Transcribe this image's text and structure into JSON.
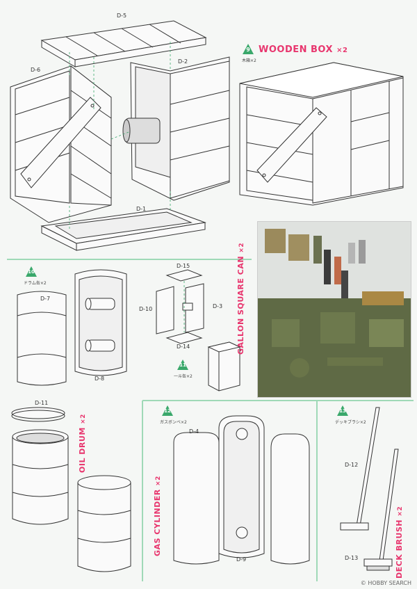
{
  "sections": {
    "wooden_box": {
      "number": "9",
      "title": "WOODEN BOX",
      "count": "×2",
      "jp": "木箱×2"
    },
    "drum": {
      "number": "10",
      "jp": "ドラム缶×2",
      "title": "OIL DRUM",
      "count": "×2"
    },
    "gallon": {
      "number": "11",
      "jp": "一斗缶×2",
      "title": "GALLON SQUARE CAN",
      "count": "×2"
    },
    "gas": {
      "number": "12",
      "jp": "ガスボンベ×2",
      "title": "GAS CYLINDER",
      "count": "×2"
    },
    "brush": {
      "number": "13",
      "jp": "デッキブラシ×2",
      "title": "DECK BRUSH",
      "count": "×2"
    }
  },
  "parts": {
    "d5": "D-5",
    "d6": "D-6",
    "d2": "D-2",
    "d1": "D-1",
    "d7": "D-7",
    "d8": "D-8",
    "d15": "D-15",
    "d10": "D-10",
    "d3": "D-3",
    "d14": "D-14",
    "d11": "D-11",
    "d4": "D-4",
    "d9": "D-9",
    "d12": "D-12",
    "d13": "D-13"
  },
  "watermark": "© HOBBY SEARCH",
  "colors": {
    "accent": "#e8366e",
    "badge": "#3aa86b",
    "divider": "#9fd9b7"
  }
}
